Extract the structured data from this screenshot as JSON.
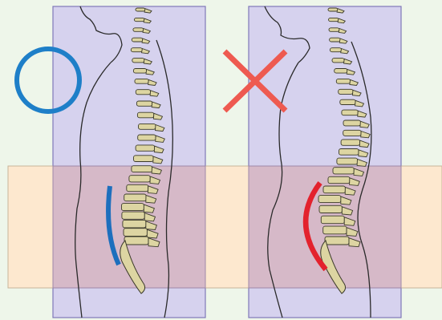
{
  "colors": {
    "background": "#eef6ea",
    "panel_fill": "#d6d2ee",
    "panel_stroke": "#7f77b8",
    "band_fill": "#fde8cf",
    "overlap_fill": "#d6b9c8",
    "spine_fill": "#ddd5a2",
    "spine_stroke": "#3b3a2a",
    "body_outline": "#2a2a2a",
    "correct_mark": "#1e7fc8",
    "incorrect_mark": "#ee5a50",
    "normal_curve": "#1d6fbd",
    "excess_curve": "#e3222d"
  },
  "diagram": {
    "panels": [
      {
        "name": "correct-posture",
        "mark_icon": "circle-icon",
        "mark_meaning": "correct",
        "lumbar_curve": "normal"
      },
      {
        "name": "incorrect-posture",
        "mark_icon": "cross-icon",
        "mark_meaning": "incorrect",
        "lumbar_curve": "excessive"
      }
    ],
    "highlighted_region": "lumbar"
  }
}
